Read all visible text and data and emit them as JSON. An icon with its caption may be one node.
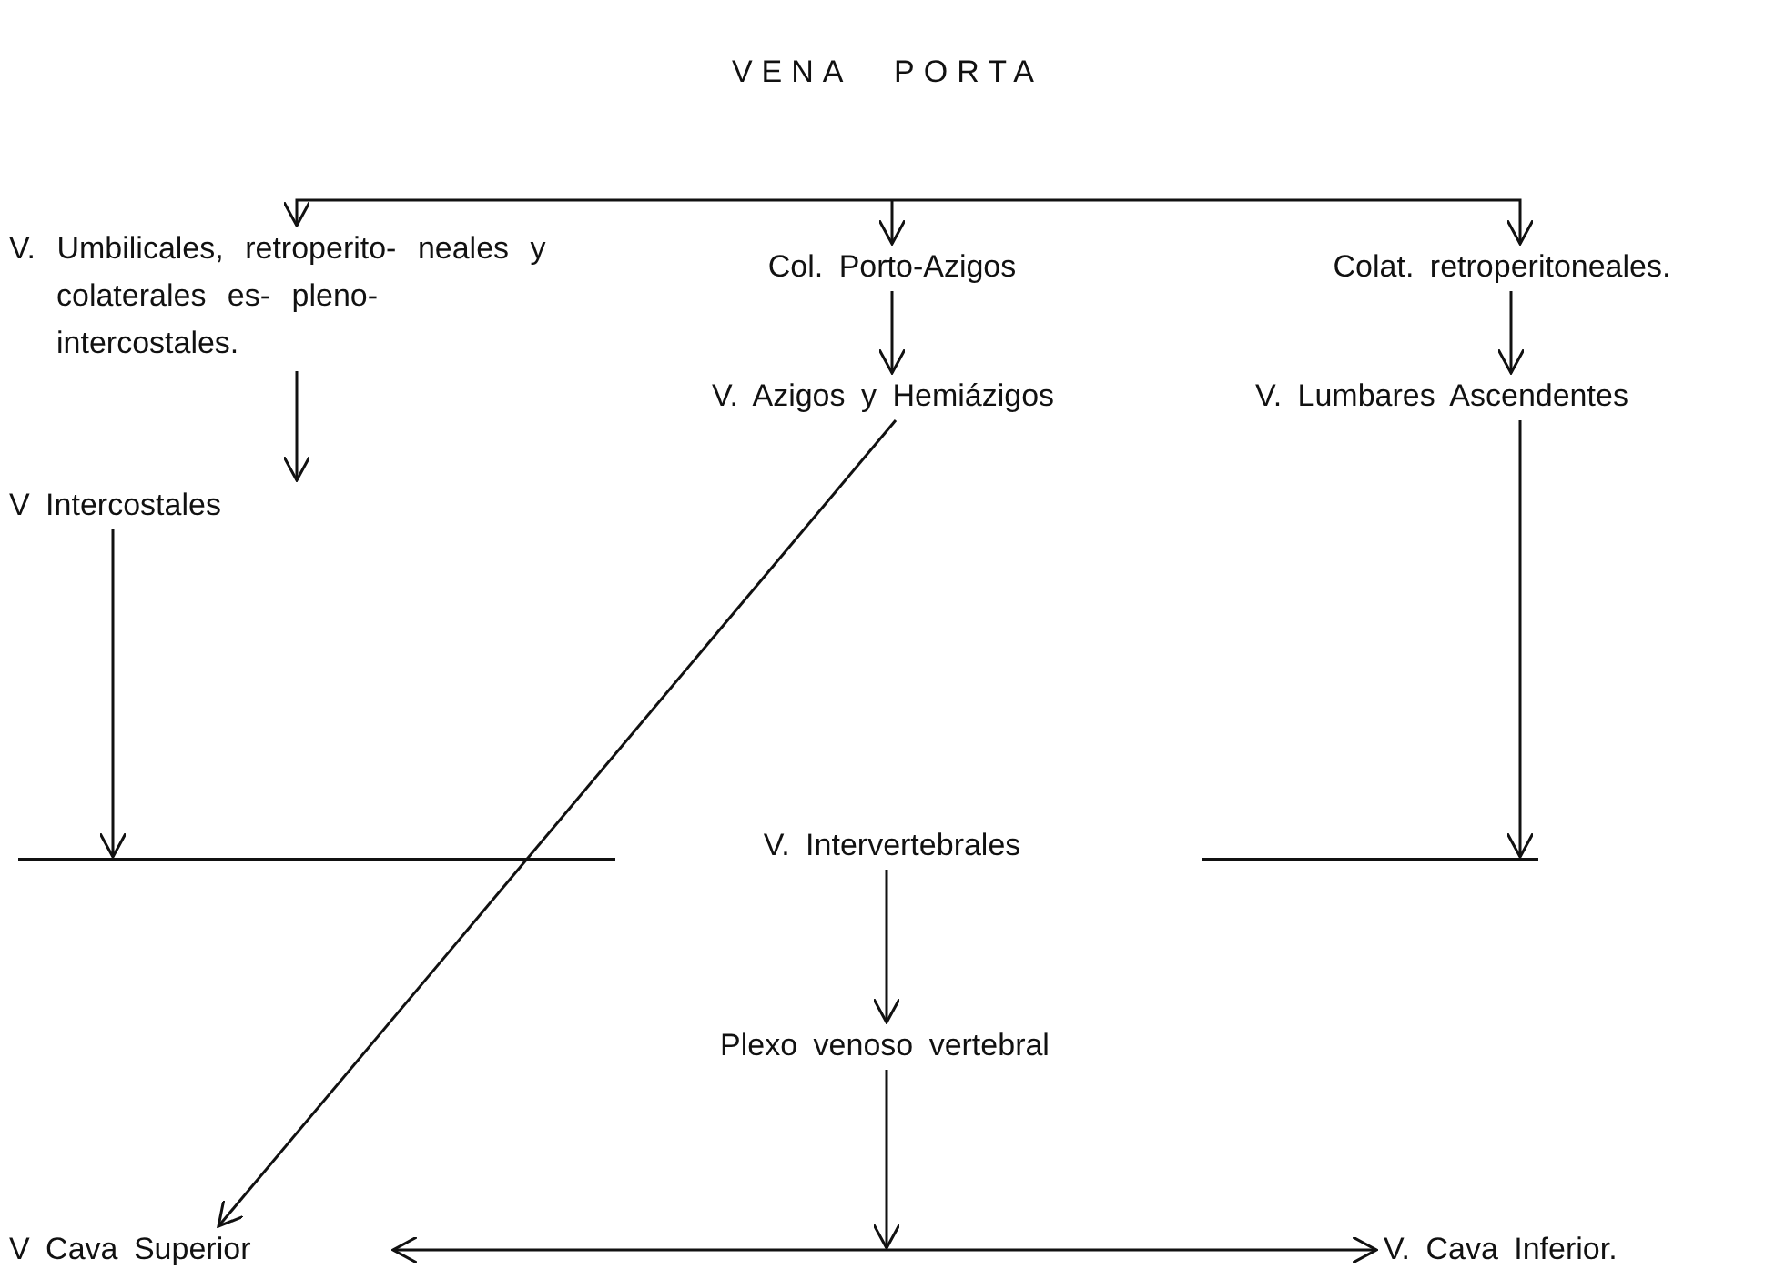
{
  "diagram": {
    "title": "VENA PORTA",
    "nodes": [
      {
        "text": [
          "V. Umbilicales, retroperito- neales y colaterales es- pleno-intercostales."
        ]
      },
      {
        "text": [
          "Col. Porto-Azigos"
        ]
      },
      {
        "text": [
          "Colat. retroperitoneales."
        ]
      },
      {
        "text": [
          "V. Azigos y Hemiázigos"
        ]
      },
      {
        "text": [
          "V. Lumbares Ascendentes"
        ]
      },
      {
        "text": [
          "V Intercostales"
        ]
      },
      {
        "text": [
          "V. Intervertebrales"
        ]
      },
      {
        "text": [
          "Plexo venoso vertebral"
        ]
      },
      {
        "text": [
          "V Cava Superior"
        ]
      },
      {
        "text": [
          "V. Cava Inferior."
        ]
      },
      {
        "text": [],
        "shape": "bar"
      },
      {
        "text": [],
        "shape": "bar"
      }
    ],
    "edges": [
      {
        "from": null,
        "to": 0,
        "arrow": "to"
      },
      {
        "from": null,
        "to": 1,
        "arrow": "to"
      },
      {
        "from": null,
        "to": 2,
        "arrow": "to"
      },
      {
        "from": 0,
        "to": 5,
        "arrow": "to"
      },
      {
        "from": 1,
        "to": 3,
        "arrow": "to"
      },
      {
        "from": 2,
        "to": 4,
        "arrow": "to"
      },
      {
        "from": 3,
        "to": 8,
        "arrow": "to"
      },
      {
        "from": 4,
        "to": 11,
        "arrow": "to"
      },
      {
        "from": 5,
        "to": 10,
        "arrow": "to"
      },
      {
        "from": 6,
        "to": 7,
        "arrow": "to"
      },
      {
        "from": 7,
        "to": null,
        "arrow": "to"
      },
      {
        "from": 8,
        "to": 9,
        "arrow": "both"
      }
    ]
  }
}
